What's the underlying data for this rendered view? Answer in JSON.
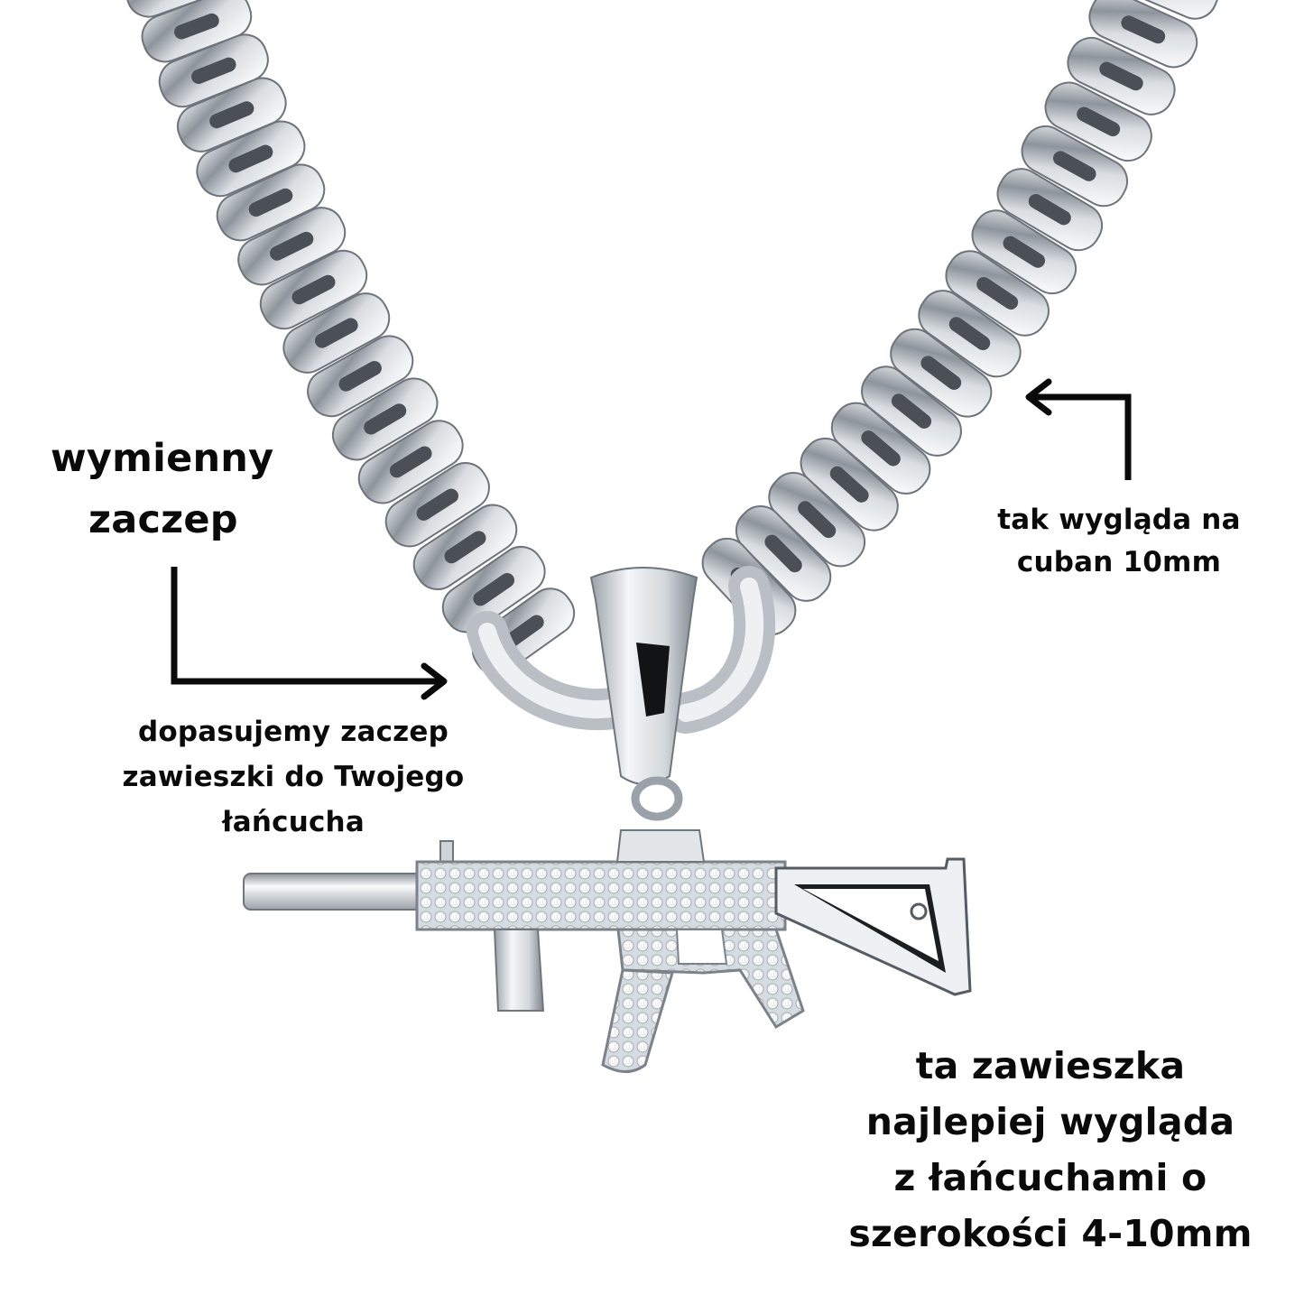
{
  "labels": {
    "swap": [
      "wymienny",
      "zaczep"
    ],
    "fit": [
      "dopasujemy zaczep",
      "zawieszki do Twojego",
      "łańcucha"
    ],
    "cuban": [
      "tak wygląda na",
      "cuban 10mm"
    ],
    "best": [
      "ta zawieszka",
      "najlepiej wygląda",
      "z łańcuchami o",
      "szerokości 4-10mm"
    ]
  },
  "colors": {
    "background": "#ffffff",
    "text": "#0a0a0a",
    "metal_light": "#f2f4f6",
    "metal_mid": "#c3c8cd",
    "metal_dark": "#5d646b",
    "stone": "#e9edf0"
  },
  "images": {
    "product": "silver cuban link chain with rifle-shaped pendant",
    "arrows": [
      "arrow-right-icon",
      "arrow-left-icon"
    ]
  }
}
